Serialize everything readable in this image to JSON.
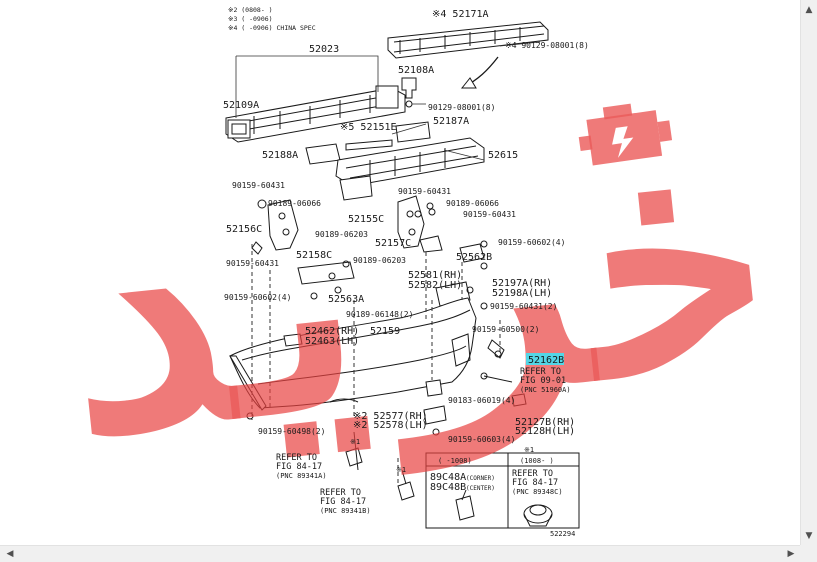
{
  "diagram": {
    "notes": [
      "※2 (0808-  )",
      "※3 (  -0906)",
      "※4 (  -0906) CHINA SPEC"
    ],
    "parts": {
      "p52171A": "※4 52171A",
      "p52023": "52023",
      "p52108A": "52108A",
      "p90129_a": "※4 90129-08001(8)",
      "p52109A": "52109A",
      "p90129_b": "90129-08001(8)",
      "p52151E": "※5 52151E",
      "p52187A": "52187A",
      "p52188A": "52188A",
      "p52615": "52615",
      "p90159_60431_a": "90159-60431",
      "p90159_60431_b": "90159-60431",
      "p90189_06066_a": "90189-06066",
      "p90189_06066_b": "90189-06066",
      "p90159_60431_c": "90159-60431",
      "p52155C": "52155C",
      "p52156C": "52156C",
      "p90189_06203_a": "90189-06203",
      "p52157C": "52157C",
      "p90159_60602_a": "90159-60602(4)",
      "p90159_60431_d": "90159-60431",
      "p52158C": "52158C",
      "p90189_06203_b": "90189-06203",
      "p52562B": "52562B",
      "p52581": "52581(RH)",
      "p52582": "52582(LH)",
      "p52197A": "52197A(RH)",
      "p52198A": "52198A(LH)",
      "p90159_60602_b": "90159-60602(4)",
      "p52563A": "52563A",
      "p90159_60431_e": "90159-60431(2)",
      "p90189_06148": "90189-06148(2)",
      "p90159_60500": "90159-60500(2)",
      "p52462": "52462(RH)",
      "p52463": "52463(LH)",
      "p52159": "52159",
      "p52162B": "52162B",
      "refer_fig0901": "REFER TO",
      "refer_fig0901b": "FIG 09-01",
      "pnc_51960A": "(PNC 51960A)",
      "p90183": "90183-06019(4)",
      "p52127B": "52127B(RH)",
      "p52128H": "52128H(LH)",
      "p52577": "※2 52577(RH)",
      "p52578": "※2 52578(LH)",
      "p90159_60498": "90159-60498(2)",
      "p90159_60603": "90159-60603(4)",
      "refer_8417a": "REFER TO",
      "refer_8417a2": "FIG 84-17",
      "pnc_89341A": "(PNC 89341A)",
      "refer_8417b": "REFER TO",
      "refer_8417b2": "FIG 84-17",
      "pnc_89341B": "(PNC 89341B)",
      "star1_a": "※1",
      "star1_b": "※1",
      "star1_c": "※1",
      "box_range_left": "(   -1008)",
      "box_range_right": "(1008-   )",
      "p89C48A": "89C48A",
      "corner_label": "(CORNER)",
      "p89C48B": "89C48B",
      "center_label": "(CENTER)",
      "refer_8417c": "REFER TO",
      "refer_8417c2": "FIG 84-17",
      "pnc_89348C": "(PNC 89348C)",
      "diagram_id": "522294"
    }
  },
  "watermark": {
    "text": "خرید",
    "color": "#e8413f"
  },
  "colors": {
    "highlight": "#53d6e6",
    "ink": "#1a1a1a"
  },
  "scrollbar": {
    "up": "▲",
    "down": "▼",
    "left": "◀",
    "right": "▶"
  }
}
